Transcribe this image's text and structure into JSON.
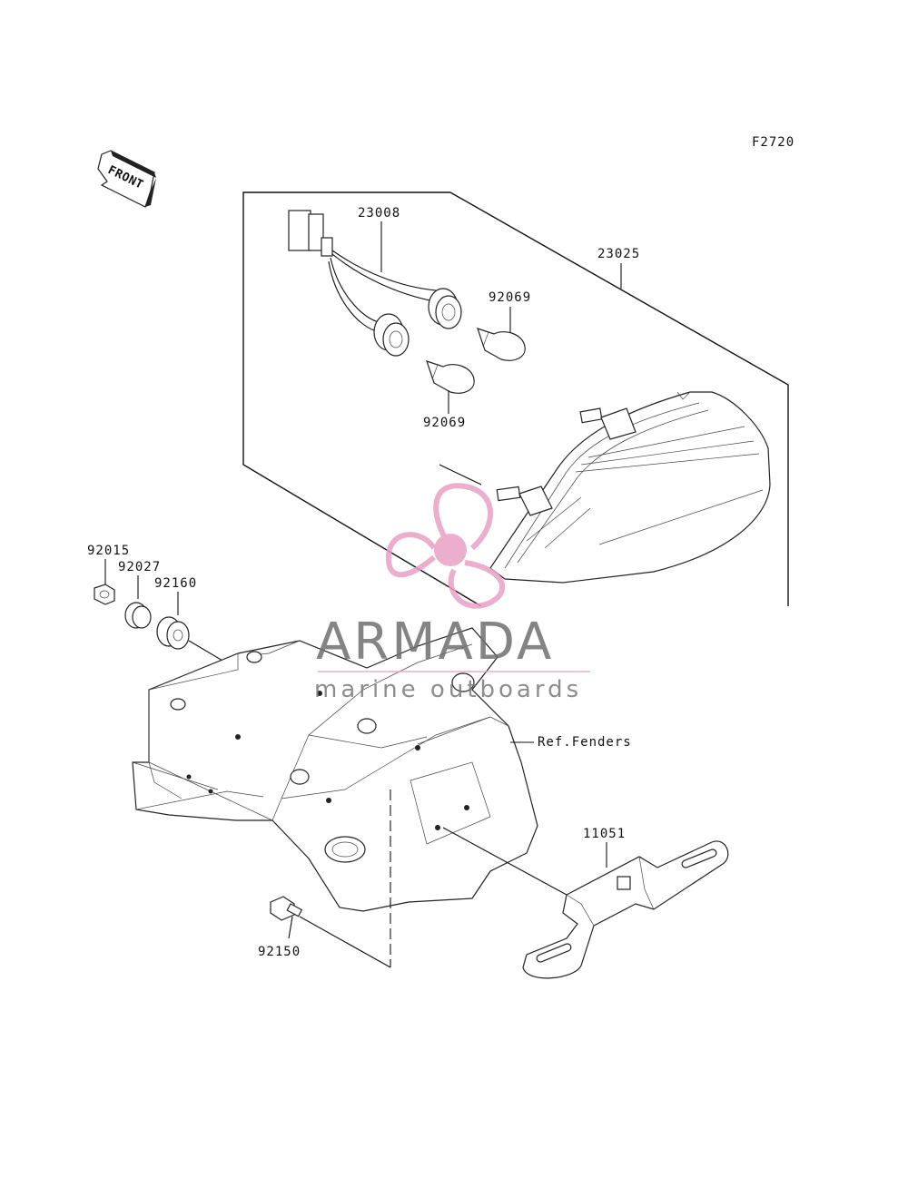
{
  "figure_code": "F2720",
  "front_arrow_label": "FRONT",
  "callouts": {
    "p23008": "23008",
    "p23025": "23025",
    "p92069_top": "92069",
    "p92069_bottom": "92069",
    "p92015": "92015",
    "p92027": "92027",
    "p92160": "92160",
    "ref_fenders": "Ref.Fenders",
    "p11051": "11051",
    "p92150": "92150"
  },
  "watermark": {
    "brand": "ARMADA",
    "tagline": "marine outboards",
    "colors": {
      "pink": "#e8a0c4",
      "pink_dark": "#d77fb0",
      "gray": "#6f6f6f"
    }
  }
}
